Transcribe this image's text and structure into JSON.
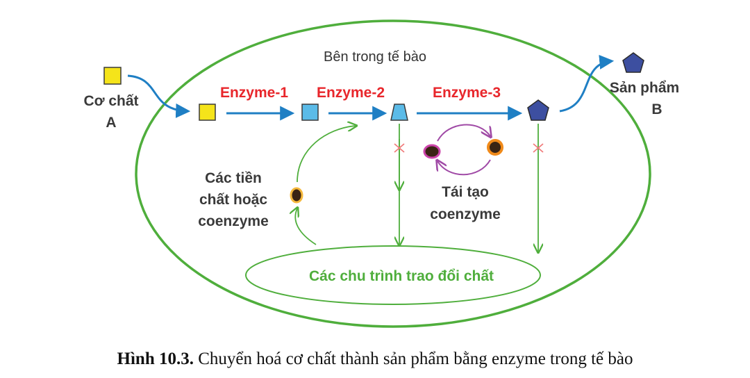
{
  "diagram": {
    "cell_label": "Bên trong tế bào",
    "substrate": {
      "line1": "Cơ chất",
      "line2": "A"
    },
    "product": {
      "line1": "Sản phẩm",
      "line2": "B"
    },
    "enzyme1": "Enzyme-1",
    "enzyme2": "Enzyme-2",
    "enzyme3": "Enzyme-3",
    "precursors": {
      "line1": "Các tiền",
      "line2": "chất hoặc",
      "line3": "coenzyme"
    },
    "regen": {
      "line1": "Tái tạo",
      "line2": "coenzyme"
    },
    "cycles": "Các chu trình trao đổi chất",
    "colors": {
      "enzyme_label": "#e8262b",
      "cell_outline": "#4fae3c",
      "flow_arrow": "#1f7fc4",
      "substrate_square": "#f5e41a",
      "intermediate_square": "#5bbbe8",
      "product_pentagon": "#3d4fa0",
      "coenzyme_cycle": "#a04aa6",
      "inhibition_mark": "#f07b7b"
    }
  },
  "caption": {
    "label": "Hình 10.3.",
    "text": "Chuyển hoá cơ chất thành sản phẩm bằng enzyme trong tế bào"
  }
}
